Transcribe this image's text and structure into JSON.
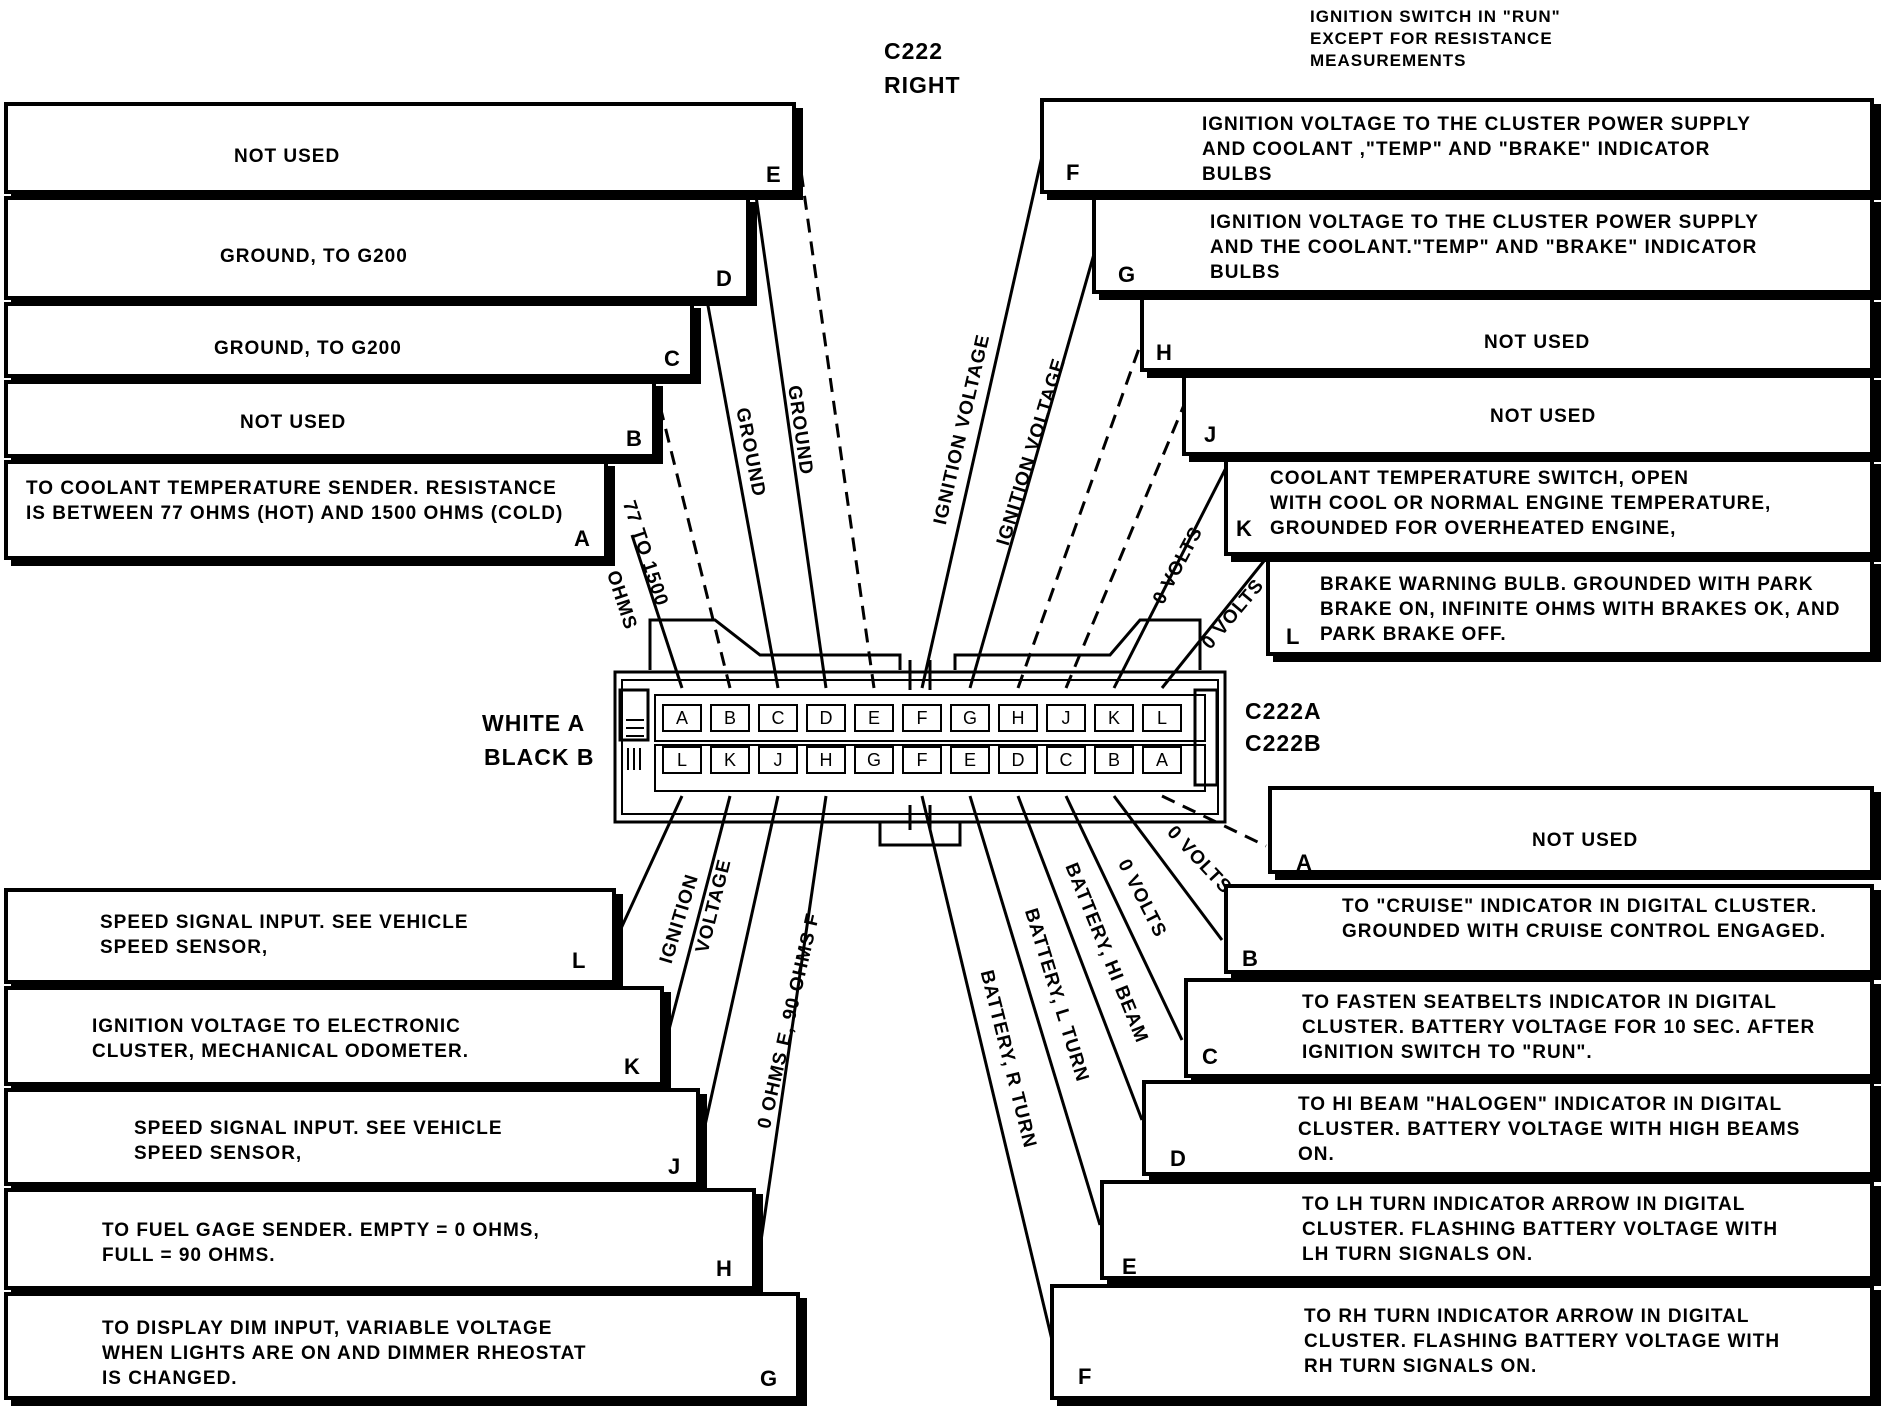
{
  "header": {
    "connector_name": "C222",
    "connector_side": "RIGHT",
    "note_line1": "IGNITION SWITCH IN \"RUN\"",
    "note_line2": "EXCEPT FOR RESISTANCE",
    "note_line3": "MEASUREMENTS"
  },
  "connector": {
    "white_label": "WHITE A",
    "black_label": "BLACK B",
    "id_a": "C222A",
    "id_b": "C222B",
    "row_a_pins": [
      "A",
      "B",
      "C",
      "D",
      "E",
      "F",
      "G",
      "H",
      "J",
      "K",
      "L"
    ],
    "row_b_pins": [
      "L",
      "K",
      "J",
      "H",
      "G",
      "F",
      "E",
      "D",
      "C",
      "B",
      "A"
    ]
  },
  "boxes_left_a": [
    {
      "pin": "E",
      "text": "NOT USED"
    },
    {
      "pin": "D",
      "text": "GROUND, TO G200"
    },
    {
      "pin": "C",
      "text": "GROUND, TO G200"
    },
    {
      "pin": "B",
      "text": "NOT USED"
    },
    {
      "pin": "A",
      "text": "TO COOLANT TEMPERATURE SENDER.  RESISTANCE\nIS BETWEEN 77 OHMS (HOT) AND 1500 OHMS (COLD)"
    }
  ],
  "boxes_right_a": [
    {
      "pin": "F",
      "text": "IGNITION VOLTAGE TO THE CLUSTER POWER SUPPLY\nAND COOLANT ,\"TEMP\" AND \"BRAKE\" INDICATOR\nBULBS"
    },
    {
      "pin": "G",
      "text": "IGNITION VOLTAGE TO THE CLUSTER POWER SUPPLY\nAND THE COOLANT.\"TEMP\" AND \"BRAKE\" INDICATOR\nBULBS"
    },
    {
      "pin": "H",
      "text": "NOT USED"
    },
    {
      "pin": "J",
      "text": "NOT USED"
    },
    {
      "pin": "K",
      "text": "COOLANT TEMPERATURE SWITCH, OPEN\nWITH COOL OR NORMAL ENGINE TEMPERATURE,\nGROUNDED FOR OVERHEATED ENGINE,"
    },
    {
      "pin": "L",
      "text": "BRAKE WARNING BULB.  GROUNDED WITH PARK\nBRAKE ON, INFINITE OHMS WITH BRAKES OK, AND\nPARK BRAKE OFF."
    }
  ],
  "boxes_left_b": [
    {
      "pin": "L",
      "text": "SPEED SIGNAL INPUT.  SEE VEHICLE\nSPEED SENSOR,"
    },
    {
      "pin": "K",
      "text": "IGNITION VOLTAGE TO ELECTRONIC\nCLUSTER, MECHANICAL ODOMETER."
    },
    {
      "pin": "J",
      "text": "SPEED SIGNAL INPUT.  SEE VEHICLE\nSPEED SENSOR,"
    },
    {
      "pin": "H",
      "text": "TO FUEL GAGE SENDER. EMPTY = 0 OHMS,\nFULL = 90 OHMS."
    },
    {
      "pin": "G",
      "text": "TO DISPLAY DIM INPUT, VARIABLE VOLTAGE\nWHEN LIGHTS ARE ON AND DIMMER RHEOSTAT\nIS CHANGED."
    }
  ],
  "boxes_right_b": [
    {
      "pin": "A",
      "text": "NOT USED"
    },
    {
      "pin": "B",
      "text": "TO \"CRUISE\" INDICATOR IN DIGITAL CLUSTER.\nGROUNDED WITH CRUISE CONTROL ENGAGED."
    },
    {
      "pin": "C",
      "text": "TO FASTEN SEATBELTS INDICATOR IN DIGITAL\nCLUSTER.  BATTERY VOLTAGE FOR 10 SEC. AFTER\nIGNITION SWITCH TO \"RUN\"."
    },
    {
      "pin": "D",
      "text": "TO HI BEAM \"HALOGEN\" INDICATOR IN DIGITAL\nCLUSTER.  BATTERY VOLTAGE WITH HIGH BEAMS\nON."
    },
    {
      "pin": "E",
      "text": "TO LH TURN INDICATOR ARROW IN DIGITAL\nCLUSTER.  FLASHING BATTERY VOLTAGE WITH\nLH TURN SIGNALS ON."
    },
    {
      "pin": "F",
      "text": "TO RH TURN INDICATOR ARROW IN DIGITAL\nCLUSTER.  FLASHING BATTERY VOLTAGE WITH\nRH TURN SIGNALS ON."
    }
  ],
  "wire_labels": {
    "top": [
      "77 TO 1500",
      "OHMS",
      "GROUND",
      "GROUND",
      "IGNITION VOLTAGE",
      "IGNITION VOLTAGE",
      "0 VOLTS",
      "0 VOLTS"
    ],
    "bottom": [
      "IGNITION",
      "VOLTAGE",
      "0 OHMS E, 90 OHMS F",
      "BATTERY, R TURN",
      "BATTERY, L TURN",
      "BATTERY, HI BEAM",
      "0 VOLTS",
      "0 VOLTS"
    ]
  }
}
